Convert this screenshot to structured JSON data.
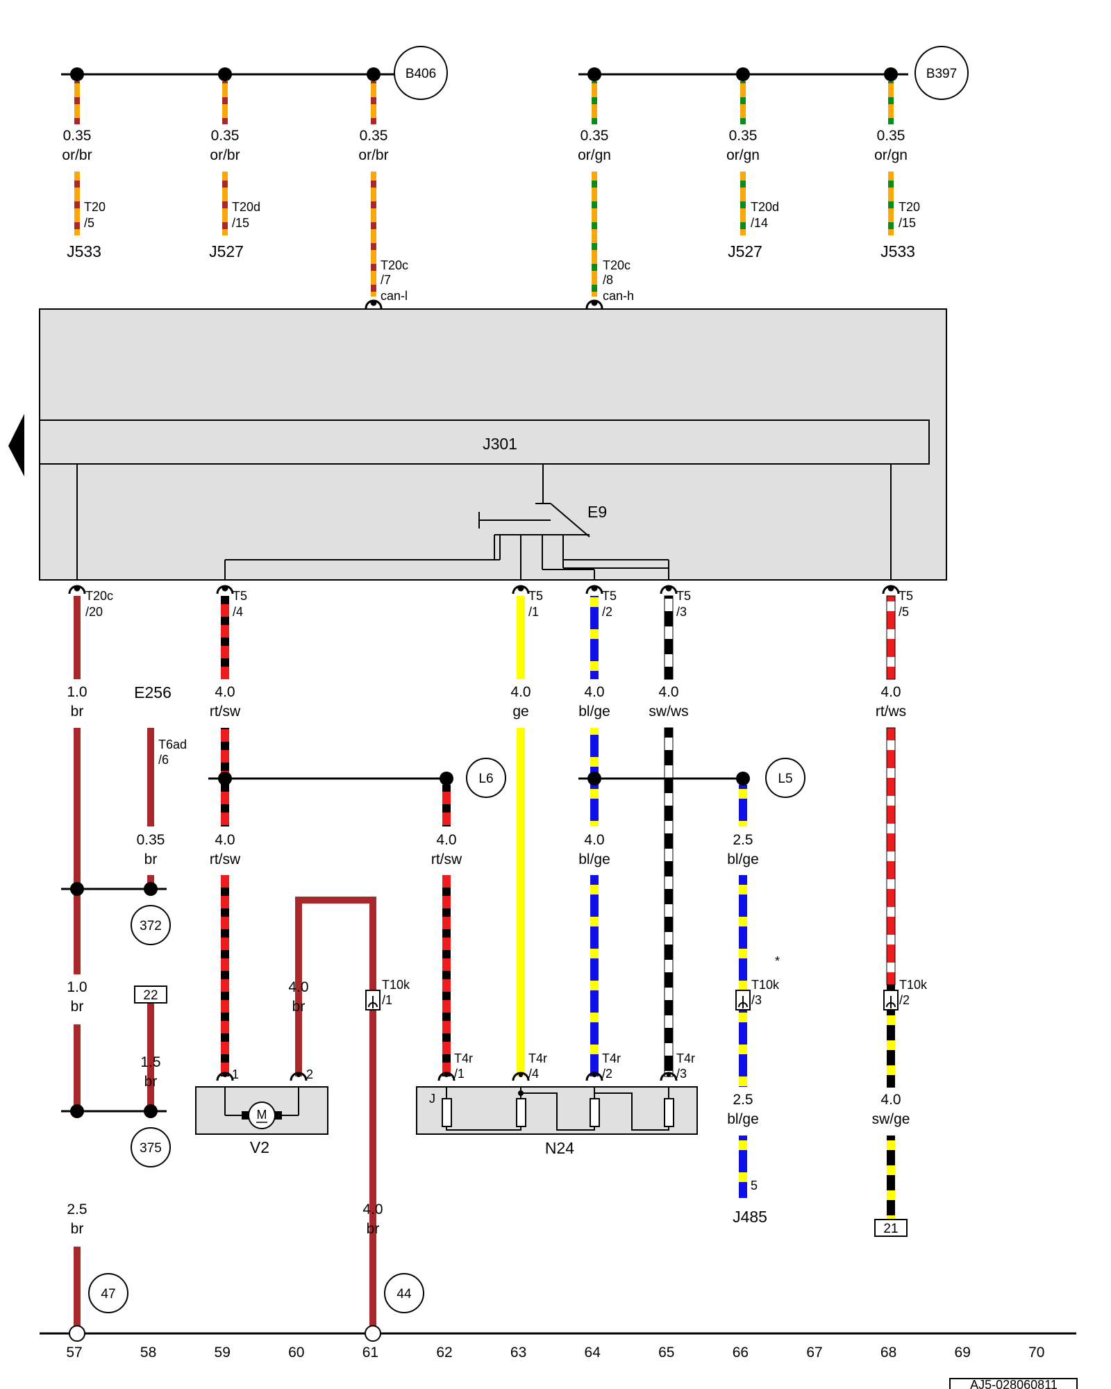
{
  "connectors": {
    "top_left": "B406",
    "top_right": "B397",
    "mid_left": "L6",
    "mid_right": "L5"
  },
  "components": {
    "main_unit": "J301",
    "switch": "E9",
    "sensor": "E256",
    "motor_label": "V2",
    "motor_symbol": "M",
    "n24": "N24",
    "n24_internal": "J",
    "j485": "J485",
    "j533_a": "J533",
    "j527_a": "J527",
    "j527_b": "J527",
    "j533_b": "J533"
  },
  "wires": {
    "w1": "0.35",
    "w1c": "or/br",
    "w2": "0.35",
    "w2c": "or/br",
    "w3": "0.35",
    "w3c": "or/br",
    "w4": "0.35",
    "w4c": "or/gn",
    "w5": "0.35",
    "w5c": "or/gn",
    "w6": "0.35",
    "w6c": "or/gn",
    "a1": "1.0",
    "a1c": "br",
    "a2": "4.0",
    "a2c": "rt/sw",
    "a3": "4.0",
    "a3c": "ge",
    "a4": "4.0",
    "a4c": "bl/ge",
    "a5": "4.0",
    "a5c": "sw/ws",
    "a6": "4.0",
    "a6c": "rt/ws",
    "b1": "0.35",
    "b1c": "br",
    "b2": "4.0",
    "b2c": "rt/sw",
    "b3": "4.0",
    "b3c": "rt/sw",
    "b4": "4.0",
    "b4c": "bl/ge",
    "b5": "2.5",
    "b5c": "bl/ge",
    "c1": "1.0",
    "c1c": "br",
    "c2": "4.0",
    "c2c": "br",
    "c3": "1.5",
    "c3c": "br",
    "c4": "2.5",
    "c4c": "bl/ge",
    "c5": "4.0",
    "c5c": "sw/ge",
    "d1": "2.5",
    "d1c": "br",
    "d2": "4.0",
    "d2c": "br"
  },
  "pins": {
    "p1a": "T20",
    "p1b": "/5",
    "p2a": "T20d",
    "p2b": "/15",
    "p3a": "T20c",
    "p3b": "/7",
    "p3c": "can-l",
    "p4a": "T20c",
    "p4b": "/8",
    "p4c": "can-h",
    "p5a": "T20d",
    "p5b": "/14",
    "p6a": "T20",
    "p6b": "/15",
    "q1a": "T20c",
    "q1b": "/20",
    "q2a": "T5",
    "q2b": "/4",
    "q3a": "T5",
    "q3b": "/1",
    "q4a": "T5",
    "q4b": "/2",
    "q5a": "T5",
    "q5b": "/3",
    "q6a": "T5",
    "q6b": "/5",
    "e256a": "T6ad",
    "e256b": "/6",
    "t10k1a": "T10k",
    "t10k1b": "/1",
    "t10k3a": "T10k",
    "t10k3b": "/3",
    "t10k2a": "T10k",
    "t10k2b": "/2",
    "m1": "1",
    "m2": "2",
    "n1a": "T4r",
    "n1b": "/1",
    "n4a": "T4r",
    "n4b": "/4",
    "n2a": "T4r",
    "n2b": "/2",
    "n3a": "T4r",
    "n3b": "/3",
    "j485pin": "5"
  },
  "refs": {
    "r372": "372",
    "r375": "375",
    "r47": "47",
    "r44": "44",
    "box22": "22",
    "box21": "21"
  },
  "misc": {
    "asterisk": "*",
    "footer_id": "AJ5-028060811"
  },
  "grid_numbers": [
    "57",
    "58",
    "59",
    "60",
    "61",
    "62",
    "63",
    "64",
    "65",
    "66",
    "67",
    "68",
    "69",
    "70"
  ],
  "wire_colors": {
    "or": "#f9a80c",
    "br": "#a8282b",
    "gn": "#0b8a1e",
    "rt": "#ee1c1c",
    "sw": "#000000",
    "ws": "#ffffff",
    "ge": "#ffff00",
    "bl": "#1010e8",
    "panel": "#e0e0e0"
  }
}
